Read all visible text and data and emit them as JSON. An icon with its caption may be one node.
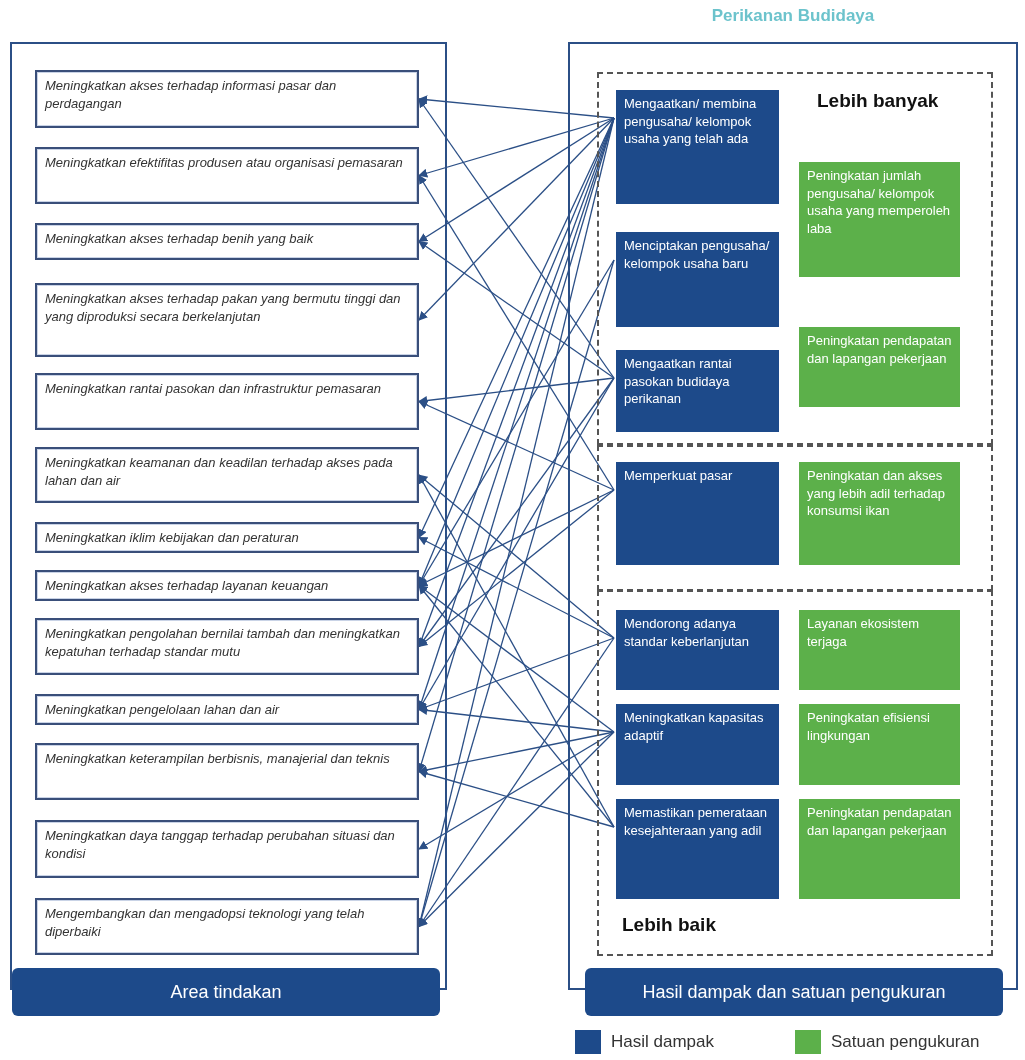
{
  "diagram": {
    "nodes": [
      {
        "text": [
          "Area tindakan"
        ]
      },
      {
        "text": [
          "Meningkatkan akses terhadap informasi pasar dan perdagangan"
        ],
        "in": 0
      },
      {
        "text": [
          "Meningkatkan efektifitas produsen atau organisasi pemasaran"
        ],
        "in": 0
      },
      {
        "text": [
          "Meningkatkan akses terhadap benih yang baik"
        ],
        "in": 0
      },
      {
        "text": [
          "Meningkatkan akses terhadap pakan yang bermutu tinggi dan yang diproduksi secara berkelanjutan"
        ],
        "in": 0
      },
      {
        "text": [
          "Meningkatkan rantai pasokan dan infrastruktur pemasaran"
        ],
        "in": 0
      },
      {
        "text": [
          "Meningkatkan keamanan dan keadilan terhadap akses pada lahan dan air"
        ],
        "in": 0
      },
      {
        "text": [
          "Meningkatkan iklim kebijakan dan peraturan"
        ],
        "in": 0
      },
      {
        "text": [
          "Meningkatkan akses terhadap layanan keuangan"
        ],
        "in": 0
      },
      {
        "text": [
          "Meningkatkan pengolahan bernilai tambah dan meningkatkan kepatuhan terhadap standar mutu"
        ],
        "in": 0
      },
      {
        "text": [
          "Meningkatkan pengelolaan lahan dan air"
        ],
        "in": 0
      },
      {
        "text": [
          "Meningkatkan keterampilan berbisnis, manajerial dan teknis"
        ],
        "in": 0
      },
      {
        "text": [
          "Meningkatkan daya tanggap terhadap perubahan situasi dan kondisi"
        ],
        "in": 0
      },
      {
        "text": [
          "Mengembangkan dan mengadopsi teknologi yang telah diperbaiki"
        ],
        "in": 0
      },
      {
        "text": [
          "Perikanan Budidaya",
          "Hasil dampak dan satuan pengukuran"
        ]
      },
      {
        "text": [
          "Lebih banyak"
        ],
        "in": 14
      },
      {
        "text": [
          "Mengaatkan/ membina pengusaha/ kelompok usaha yang telah ada"
        ],
        "in": 15
      },
      {
        "text": [
          "Peningkatan jumlah pengusaha/ kelompok usaha yang memperoleh laba"
        ],
        "in": 15
      },
      {
        "text": [
          "Menciptakan pengusaha/ kelompok usaha baru"
        ],
        "in": 15
      },
      {
        "text": [
          "Mengaatkan rantai pasokan budidaya perikanan"
        ],
        "in": 15
      },
      {
        "text": [
          "Peningkatan pendapatan dan lapangan pekerjaan"
        ],
        "in": 15
      },
      {
        "text": [],
        "shape": "box",
        "in": 14
      },
      {
        "text": [
          "Memperkuat pasar"
        ],
        "in": 21
      },
      {
        "text": [
          "Peningkatan dan akses yang lebih adil terhadap konsumsi ikan"
        ],
        "in": 21
      },
      {
        "text": [
          "Lebih baik"
        ],
        "in": 14
      },
      {
        "text": [
          "Mendorong adanya standar keberlanjutan"
        ],
        "in": 24
      },
      {
        "text": [
          "Layanan ekosistem terjaga"
        ],
        "in": 24
      },
      {
        "text": [
          "Meningkatkan kapasitas adaptif"
        ],
        "in": 24
      },
      {
        "text": [
          "Peningkatan efisiensi lingkungan"
        ],
        "in": 24
      },
      {
        "text": [
          "Memastikan pemerataan kesejahteraan yang adil"
        ],
        "in": 24
      },
      {
        "text": [
          "Peningkatan pendapatan dan lapangan pekerjaan"
        ],
        "in": 24
      }
    ],
    "edges": [
      {
        "from": 16,
        "to": 1,
        "arrow": "to"
      },
      {
        "from": 16,
        "to": 2,
        "arrow": "to"
      },
      {
        "from": 16,
        "to": 3,
        "arrow": "to"
      },
      {
        "from": 16,
        "to": 4,
        "arrow": "to"
      },
      {
        "from": 16,
        "to": 7,
        "arrow": "to"
      },
      {
        "from": 16,
        "to": 8,
        "arrow": "to"
      },
      {
        "from": 16,
        "to": 9,
        "arrow": "to"
      },
      {
        "from": 16,
        "to": 10,
        "arrow": "to"
      },
      {
        "from": 16,
        "to": 11,
        "arrow": "to"
      },
      {
        "from": 16,
        "to": 13,
        "arrow": "to"
      },
      {
        "from": 18,
        "to": 8,
        "arrow": "to"
      },
      {
        "from": 18,
        "to": 13,
        "arrow": "to"
      },
      {
        "from": 19,
        "to": 1,
        "arrow": "to"
      },
      {
        "from": 19,
        "to": 3,
        "arrow": "to"
      },
      {
        "from": 19,
        "to": 5,
        "arrow": "to"
      },
      {
        "from": 19,
        "to": 9,
        "arrow": "to"
      },
      {
        "from": 19,
        "to": 10,
        "arrow": "to"
      },
      {
        "from": 22,
        "to": 2,
        "arrow": "to"
      },
      {
        "from": 22,
        "to": 5,
        "arrow": "to"
      },
      {
        "from": 22,
        "to": 8,
        "arrow": "to"
      },
      {
        "from": 22,
        "to": 9,
        "arrow": "to"
      },
      {
        "from": 25,
        "to": 6,
        "arrow": "to"
      },
      {
        "from": 25,
        "to": 7,
        "arrow": "to"
      },
      {
        "from": 25,
        "to": 10,
        "arrow": "to"
      },
      {
        "from": 25,
        "to": 13,
        "arrow": "to"
      },
      {
        "from": 27,
        "to": 8,
        "arrow": "to"
      },
      {
        "from": 27,
        "to": 10,
        "arrow": "to"
      },
      {
        "from": 27,
        "to": 11,
        "arrow": "to"
      },
      {
        "from": 27,
        "to": 12,
        "arrow": "to"
      },
      {
        "from": 27,
        "to": 13,
        "arrow": "to"
      },
      {
        "from": 29,
        "to": 6,
        "arrow": "to"
      },
      {
        "from": 29,
        "to": 8,
        "arrow": "to"
      },
      {
        "from": 29,
        "to": 11,
        "arrow": "to"
      }
    ],
    "legend": [
      {
        "text": "Hasil dampak",
        "color": "#1d4a8a"
      },
      {
        "text": "Satuan pengukuran",
        "color": "#5cb04a"
      }
    ]
  }
}
